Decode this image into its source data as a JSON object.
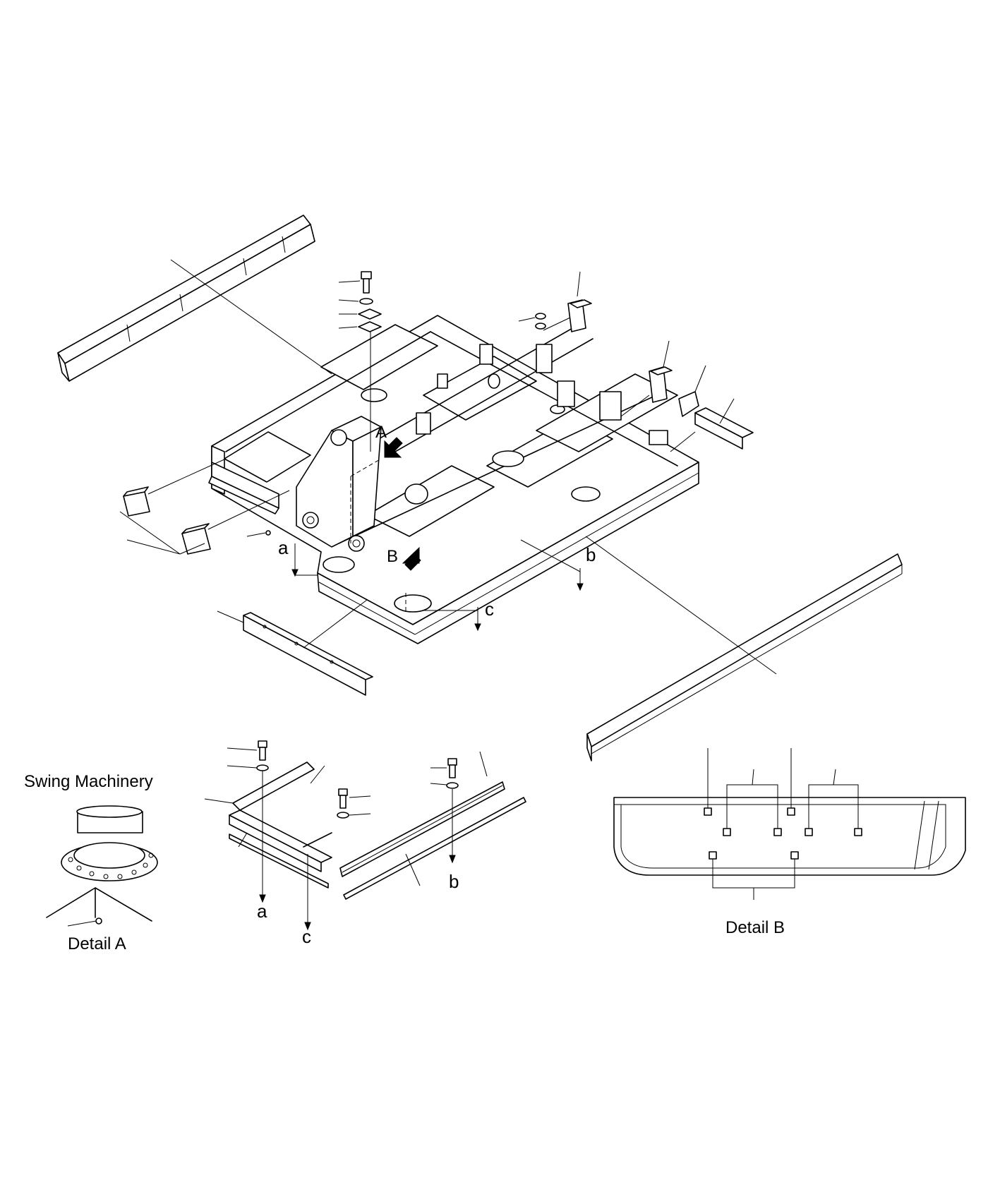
{
  "callouts": {
    "view_a": "A",
    "view_b": "B"
  },
  "section_marks": {
    "a": "a",
    "b": "b",
    "c": "c"
  },
  "captions": {
    "swing_machinery": "Swing Machinery",
    "detail_a": "Detail A",
    "detail_b": "Detail B"
  }
}
